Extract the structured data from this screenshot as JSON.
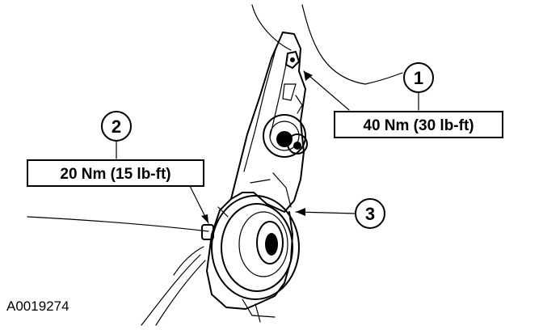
{
  "callouts": [
    {
      "number": "1",
      "torque": "40 Nm (30 lb-ft)"
    },
    {
      "number": "2",
      "torque": "20 Nm (15 lb-ft)"
    },
    {
      "number": "3"
    }
  ],
  "figure_id": "A0019274"
}
